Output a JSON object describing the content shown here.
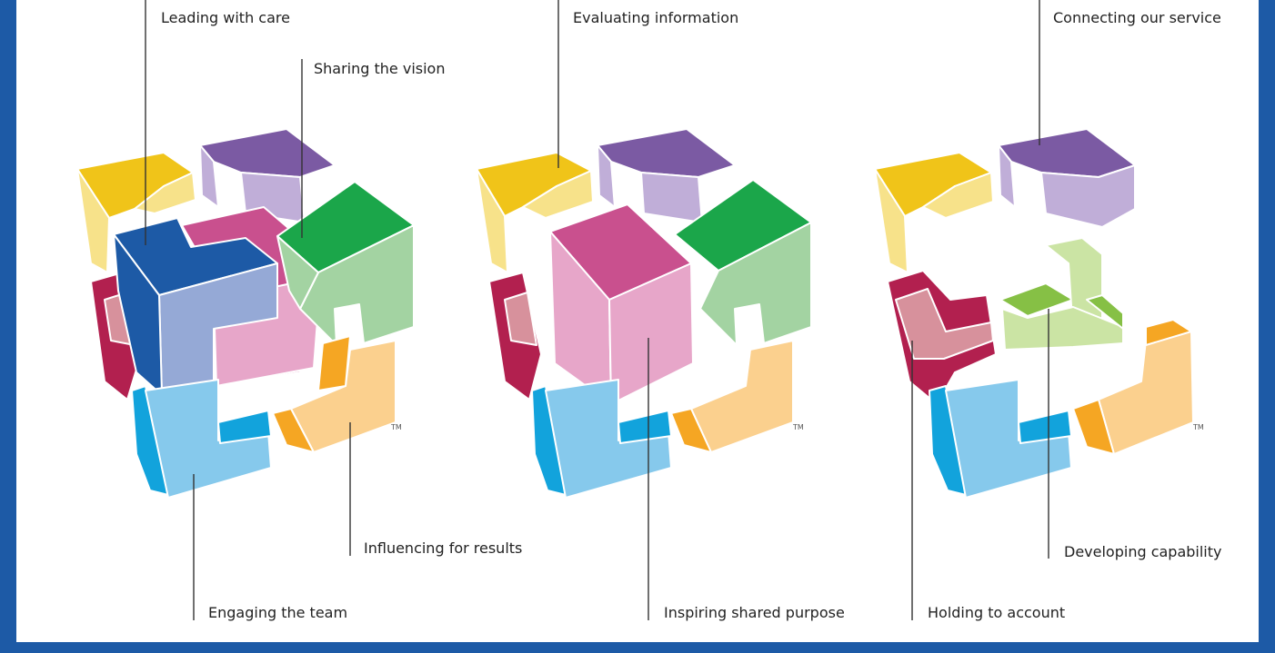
{
  "colors": {
    "border": "#1d5aa6",
    "yellow": "#f0c419",
    "yellow_light": "#f7e28a",
    "purple": "#7b5aa3",
    "purple_light": "#c0aed8",
    "green": "#1ba64a",
    "green_light": "#a3d3a2",
    "magenta": "#c9508e",
    "magenta_light": "#e7a6c9",
    "crimson": "#b2204f",
    "crimson_light": "#d7919c",
    "navy": "#1d5aa6",
    "navy_light": "#95a9d6",
    "cyan": "#12a3dc",
    "cyan_light": "#86c9ec",
    "orange": "#f5a623",
    "orange_light": "#fbd08e",
    "lime": "#86c045",
    "lime_light": "#cbe4a4"
  },
  "cubes": [
    {
      "labels": {
        "leading": "Leading with care",
        "sharing": "Sharing the vision",
        "influencing": "Influencing for results",
        "engaging": "Engaging the team"
      },
      "trademark": "TM"
    },
    {
      "labels": {
        "evaluating": "Evaluating information",
        "inspiring": "Inspiring shared purpose"
      },
      "trademark": "TM"
    },
    {
      "labels": {
        "connecting": "Connecting our service",
        "developing": "Developing capability",
        "holding": "Holding to account"
      },
      "trademark": "TM"
    }
  ]
}
